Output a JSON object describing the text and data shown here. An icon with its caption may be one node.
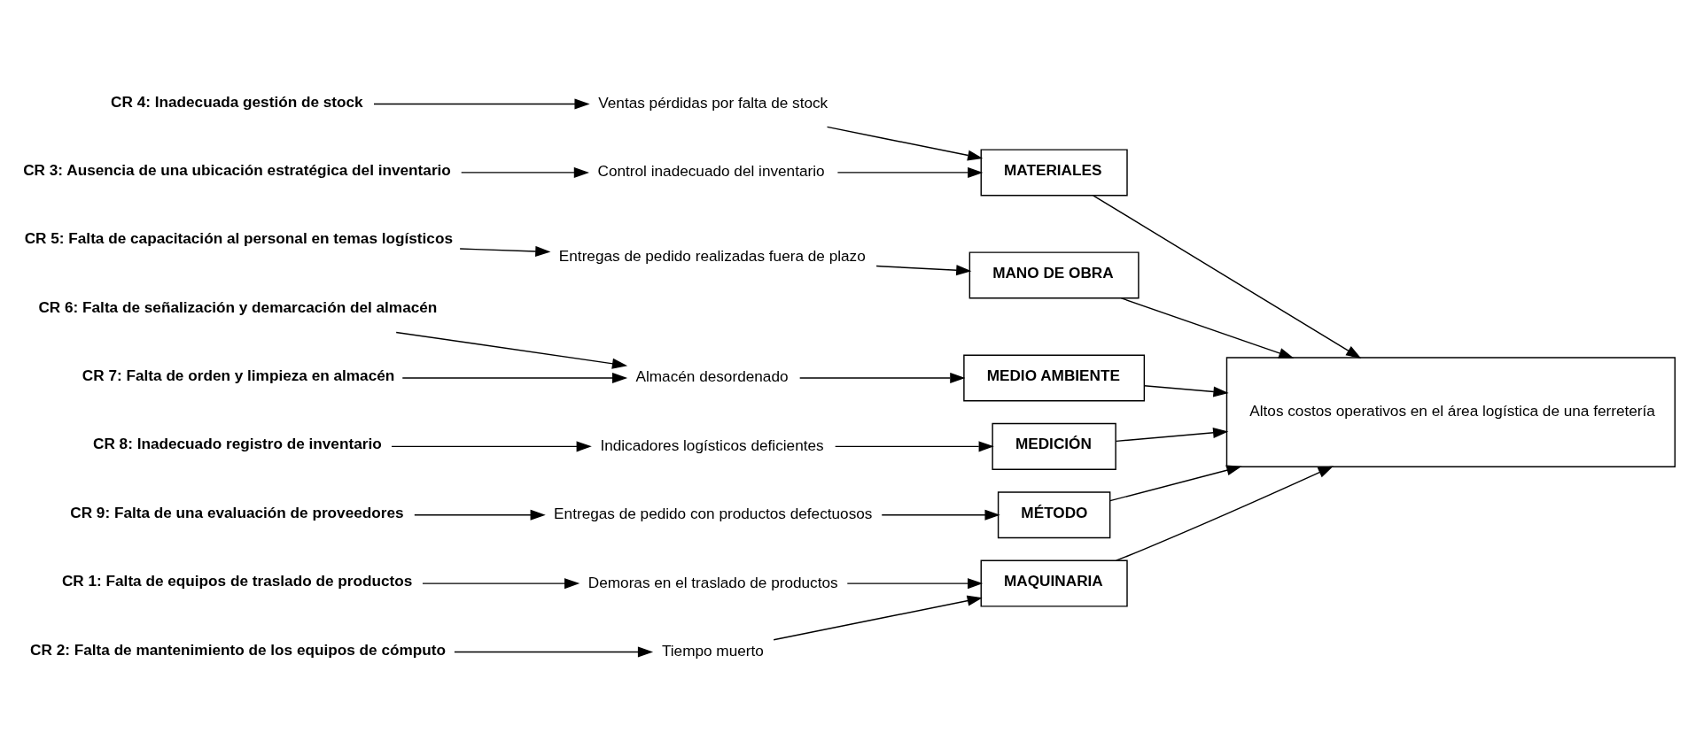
{
  "diagram": {
    "nodes": [
      {
        "text": [
          "MAQUINARIA"
        ]
      },
      {
        "text": [
          "MATERIALES"
        ]
      },
      {
        "text": [
          "MANO DE OBRA"
        ]
      },
      {
        "text": [
          "CR 1: Falta de equipos de traslado de productos"
        ]
      },
      {
        "text": [
          "Demoras en el traslado de productos"
        ]
      },
      {
        "text": [
          "CR 3: Ausencia de una ubicación estratégica del inventario"
        ]
      },
      {
        "text": [
          "Ventas pérdidas por falta de stock"
        ]
      },
      {
        "text": [
          "Entregas de pedido realizadas fuera de plazo"
        ]
      },
      {
        "text": [
          "CR 2: Falta de mantenimiento de los equipos de cómputo"
        ]
      },
      {
        "text": [
          "Control inadecuado del inventario"
        ]
      },
      {
        "text": [
          "CR 4: Inadecuada gestión de stock"
        ]
      },
      {
        "text": [
          "CR 5: Falta de capacitación al personal en temas logísticos"
        ]
      },
      {
        "text": [
          "Tiempo muerto"
        ]
      },
      {
        "text": [
          "Altos costos operativos en el área logística de una ferretería"
        ]
      },
      {
        "text": [
          "CR 6: Falta de señalización y demarcación del almacén"
        ]
      },
      {
        "text": [
          "CR 8: Inadecuado registro de inventario"
        ]
      },
      {
        "text": [
          "Almacén desordenado"
        ]
      },
      {
        "text": [
          "Entregas de pedido con productos defectuosos"
        ]
      },
      {
        "text": [
          "Indicadores logísticos deficientes"
        ]
      },
      {
        "text": [
          "CR 7: Falta de orden y limpieza en almacén"
        ]
      },
      {
        "text": [
          "CR 9: Falta de una evaluación de proveedores"
        ]
      },
      {
        "text": [
          "MEDIO AMBIENTE"
        ]
      },
      {
        "text": [
          "MEDICIÓN"
        ]
      },
      {
        "text": [
          "MÉTODO"
        ]
      }
    ],
    "edges": [
      {
        "from": 3,
        "to": 4,
        "arrow": "to"
      },
      {
        "from": 4,
        "to": 0,
        "arrow": "to"
      },
      {
        "from": 8,
        "to": 12,
        "arrow": "to"
      },
      {
        "from": 12,
        "to": 0,
        "arrow": "to"
      },
      {
        "from": 5,
        "to": 9,
        "arrow": "to"
      },
      {
        "from": 9,
        "to": 1,
        "arrow": "to"
      },
      {
        "from": 10,
        "to": 6,
        "arrow": "to"
      },
      {
        "from": 6,
        "to": 1,
        "arrow": "to"
      },
      {
        "from": 11,
        "to": 7,
        "arrow": "to"
      },
      {
        "from": 7,
        "to": 2,
        "arrow": "to"
      },
      {
        "from": 14,
        "to": 16,
        "arrow": "to"
      },
      {
        "from": 19,
        "to": 16,
        "arrow": "to"
      },
      {
        "from": 16,
        "to": 21,
        "arrow": "to"
      },
      {
        "from": 15,
        "to": 18,
        "arrow": "to"
      },
      {
        "from": 18,
        "to": 22,
        "arrow": "to"
      },
      {
        "from": 20,
        "to": 17,
        "arrow": "to"
      },
      {
        "from": 17,
        "to": 23,
        "arrow": "to"
      },
      {
        "from": 0,
        "to": 13,
        "arrow": "to"
      },
      {
        "from": 1,
        "to": 13,
        "arrow": "to"
      },
      {
        "from": 2,
        "to": 13,
        "arrow": "to"
      },
      {
        "from": 21,
        "to": 13,
        "arrow": "to"
      },
      {
        "from": 22,
        "to": 13,
        "arrow": "to"
      },
      {
        "from": 23,
        "to": 13,
        "arrow": "to"
      }
    ]
  }
}
